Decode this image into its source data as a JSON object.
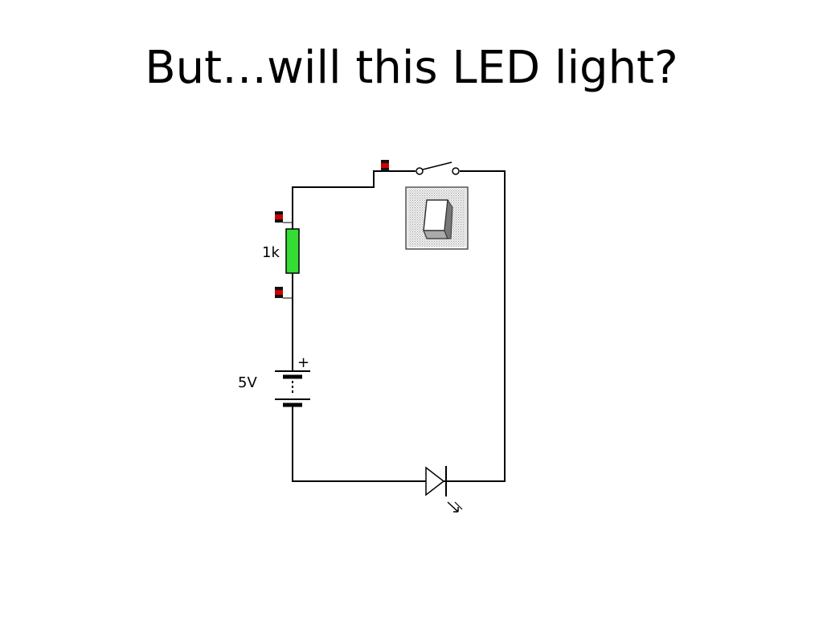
{
  "slide": {
    "title": "But…will this LED light?"
  },
  "circuit": {
    "resistor_label": "1k",
    "battery_label": "5V",
    "battery_polarity": "+",
    "colors": {
      "resistor_fill": "#33dd33",
      "probe_red": "#cc0000",
      "probe_dark": "#111111",
      "switch_face": "#d8d8d8"
    },
    "icons": {
      "switch_toggle": "toggle-switch-icon",
      "led_arrow": "light-arrow-icon"
    }
  }
}
